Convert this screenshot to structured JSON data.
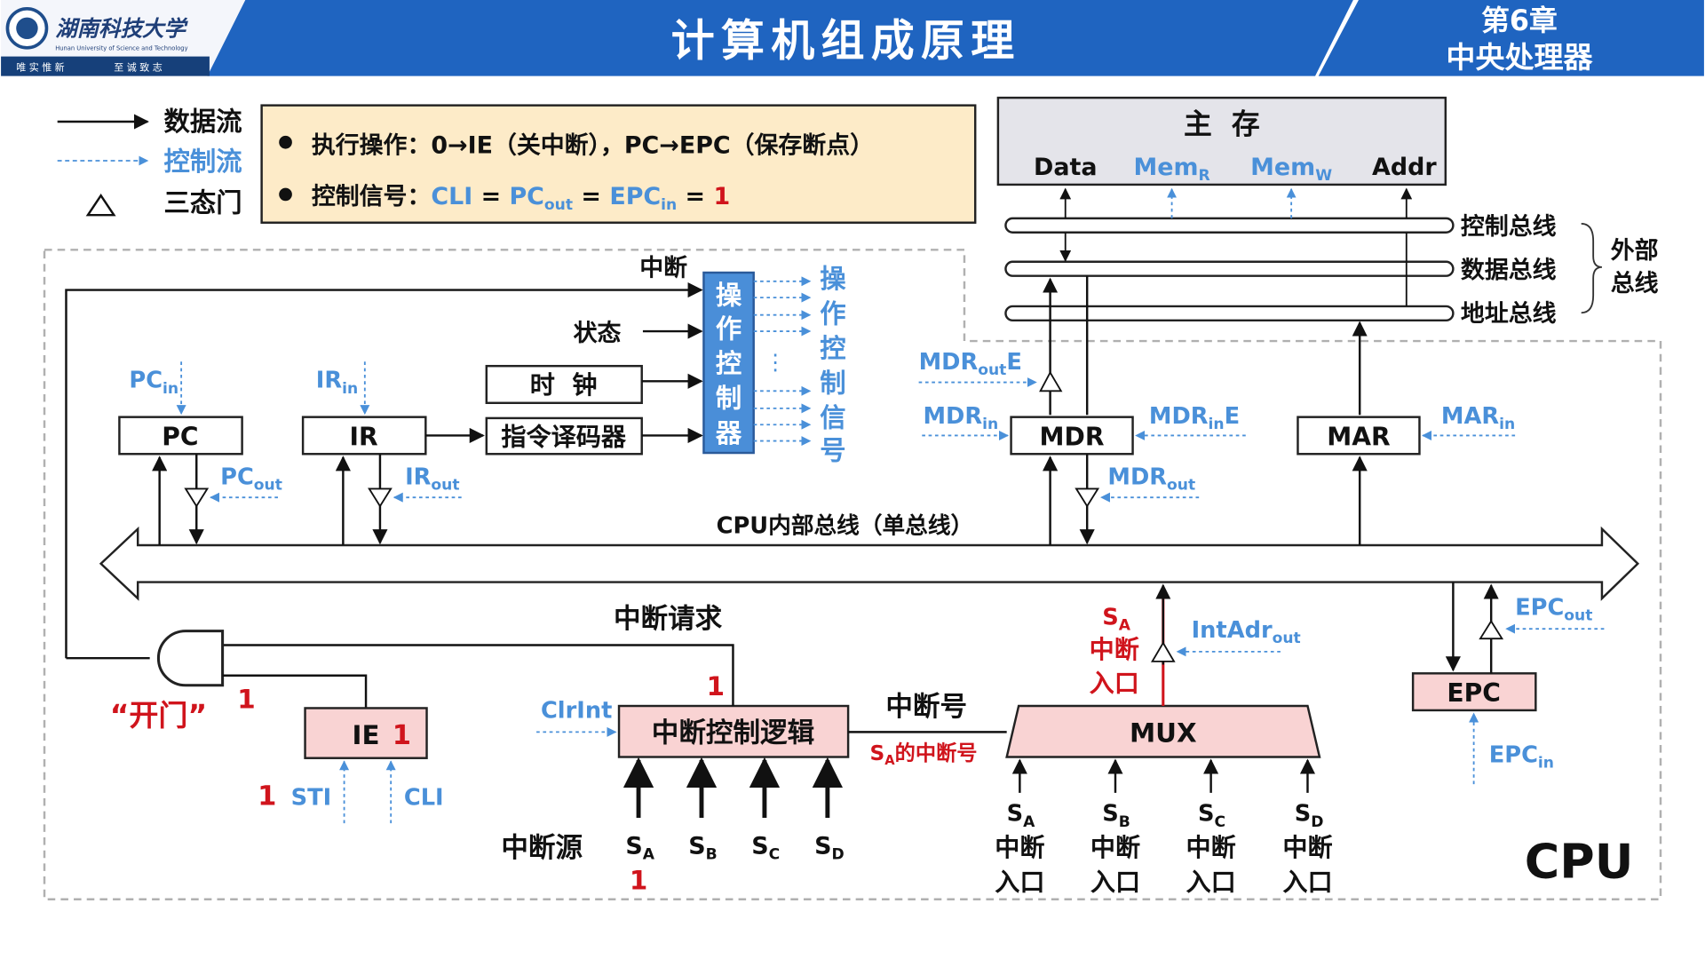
{
  "header": {
    "university_cn": "湖南科技大学",
    "university_en": "Hunan University of Science and Technology",
    "motto_left": "唯 实 惟 新",
    "motto_right": "至 诚 致 志",
    "title": "计算机组成原理",
    "chapter_line1": "第6章",
    "chapter_line2": "中央处理器"
  },
  "legend": {
    "data_flow": "数据流",
    "control_flow": "控制流",
    "tristate": "三态门"
  },
  "info": {
    "line1": "执行操作：0→IE（关中断），PC→EPC（保存断点）",
    "line2_label": "控制信号：",
    "line2_seg1": "CLI",
    "line2_eq1": " = ",
    "line2_seg2": "PC",
    "line2_sub2": "out",
    "line2_eq2": " = ",
    "line2_seg3": "EPC",
    "line2_sub3": "in",
    "line2_eq3": " = ",
    "line2_val": "1"
  },
  "memory": {
    "title": "主  存",
    "data": "Data",
    "mem": "Mem",
    "mem_r": "R",
    "mem_w": "W",
    "addr": "Addr"
  },
  "buses": {
    "control": "控制总线",
    "data": "数据总线",
    "address": "地址总线",
    "external_1": "外部",
    "external_2": "总线",
    "internal": "CPU内部总线（单总线）"
  },
  "controller": {
    "interrupt": "中断",
    "status": "状态",
    "clock": "时  钟",
    "decoder": "指令译码器",
    "chars": [
      "操",
      "作",
      "控",
      "制",
      "器"
    ],
    "signals": [
      "操",
      "作",
      "控",
      "制",
      "信",
      "号"
    ],
    "dots": "⋮"
  },
  "registers": {
    "pc": "PC",
    "ir": "IR",
    "mdr": "MDR",
    "mar": "MAR",
    "epc": "EPC",
    "ie": "IE",
    "ie_val": "1",
    "mux": "MUX",
    "icl": "中断控制逻辑"
  },
  "signals": {
    "pc_in": [
      "PC",
      "in"
    ],
    "pc_out": [
      "PC",
      "out"
    ],
    "ir_in": [
      "IR",
      "in"
    ],
    "ir_out": [
      "IR",
      "out"
    ],
    "mdr_out_e": [
      "MDR",
      "out",
      "E"
    ],
    "mdr_in": [
      "MDR",
      "in"
    ],
    "mdr_in_e": [
      "MDR",
      "in",
      "E"
    ],
    "mdr_out": [
      "MDR",
      "out"
    ],
    "mar_in": [
      "MAR",
      "in"
    ],
    "epc_out": [
      "EPC",
      "out"
    ],
    "epc_in": [
      "EPC",
      "in"
    ],
    "int_adr_out": [
      "IntAdr",
      "out"
    ],
    "clr_int": "ClrInt",
    "sti": "STI",
    "cli": "CLI",
    "sti_val": "1"
  },
  "interrupt": {
    "request": "中断请求",
    "request_val": "1",
    "number": "中断号",
    "sa_number": [
      "S",
      "A",
      "的中断号"
    ],
    "source": "中断源",
    "sources": [
      [
        "S",
        "A"
      ],
      [
        "S",
        "B"
      ],
      [
        "S",
        "C"
      ],
      [
        "S",
        "D"
      ]
    ],
    "sa_val": "1",
    "open_gate": "“开门”",
    "gate_val": "1",
    "entry_red": [
      "S",
      "A",
      "中断",
      "入口"
    ],
    "entries": [
      [
        "S",
        "A",
        "中断",
        "入口"
      ],
      [
        "S",
        "B",
        "中断",
        "入口"
      ],
      [
        "S",
        "C",
        "中断",
        "入口"
      ],
      [
        "S",
        "D",
        "中断",
        "入口"
      ]
    ]
  },
  "cpu_label": "CPU",
  "colors": {
    "header_blue": "#1f64c0",
    "signal_blue": "#4a90d9",
    "controller_fill": "#4a8ed8",
    "red": "#d0141c",
    "pink": "#f9d3d3",
    "info_fill": "#fdebc8",
    "memory_fill": "#e4e4ea"
  }
}
